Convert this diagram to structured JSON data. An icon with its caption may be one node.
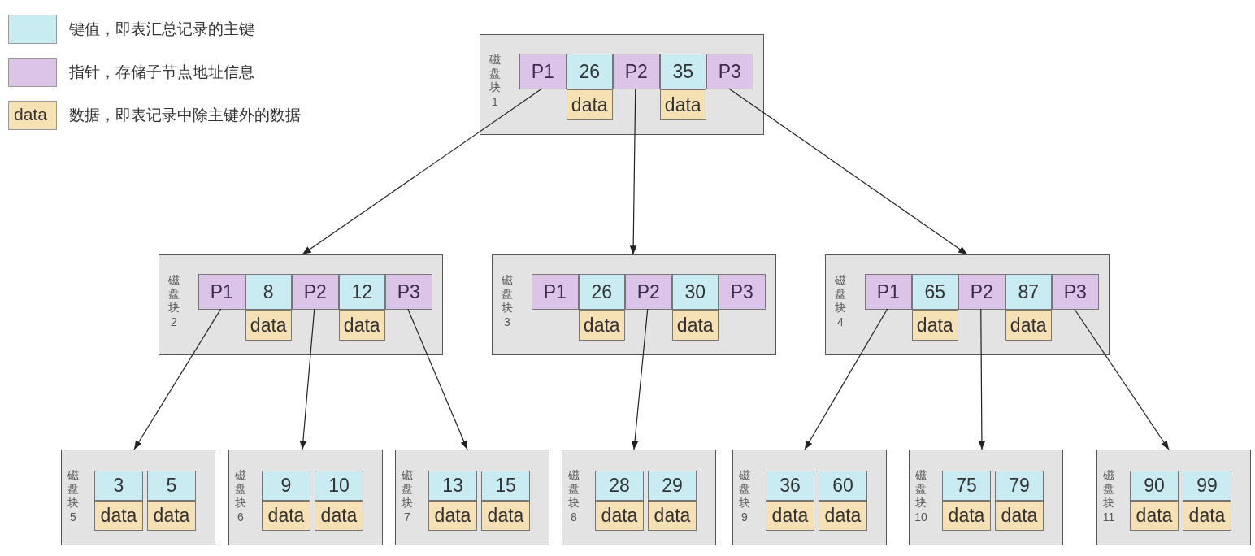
{
  "diagram": {
    "nodes": [
      {
        "text": [
          "磁盘块",
          "1"
        ]
      },
      {
        "text": [
          "P1"
        ],
        "in": 0
      },
      {
        "text": [
          "26"
        ],
        "in": 0
      },
      {
        "text": [
          "P2"
        ],
        "in": 0
      },
      {
        "text": [
          "35"
        ],
        "in": 0
      },
      {
        "text": [
          "P3"
        ],
        "in": 0
      },
      {
        "text": [
          "data"
        ],
        "in": 0
      },
      {
        "text": [
          "data"
        ],
        "in": 0
      },
      {
        "text": [
          "磁盘块",
          "2"
        ]
      },
      {
        "text": [
          "P1"
        ],
        "in": 8
      },
      {
        "text": [
          "8"
        ],
        "in": 8
      },
      {
        "text": [
          "P2"
        ],
        "in": 8
      },
      {
        "text": [
          "12"
        ],
        "in": 8
      },
      {
        "text": [
          "P3"
        ],
        "in": 8
      },
      {
        "text": [
          "data"
        ],
        "in": 8
      },
      {
        "text": [
          "data"
        ],
        "in": 8
      },
      {
        "text": [
          "磁盘块",
          "3"
        ]
      },
      {
        "text": [
          "P1"
        ],
        "in": 16
      },
      {
        "text": [
          "26"
        ],
        "in": 16
      },
      {
        "text": [
          "P2"
        ],
        "in": 16
      },
      {
        "text": [
          "30"
        ],
        "in": 16
      },
      {
        "text": [
          "P3"
        ],
        "in": 16
      },
      {
        "text": [
          "data"
        ],
        "in": 16
      },
      {
        "text": [
          "data"
        ],
        "in": 16
      },
      {
        "text": [
          "磁盘块",
          "4"
        ]
      },
      {
        "text": [
          "P1"
        ],
        "in": 24
      },
      {
        "text": [
          "65"
        ],
        "in": 24
      },
      {
        "text": [
          "P2"
        ],
        "in": 24
      },
      {
        "text": [
          "87"
        ],
        "in": 24
      },
      {
        "text": [
          "P3"
        ],
        "in": 24
      },
      {
        "text": [
          "data"
        ],
        "in": 24
      },
      {
        "text": [
          "data"
        ],
        "in": 24
      },
      {
        "text": [
          "磁盘块",
          "5"
        ]
      },
      {
        "text": [
          "3"
        ],
        "in": 32
      },
      {
        "text": [
          "5"
        ],
        "in": 32
      },
      {
        "text": [
          "data"
        ],
        "in": 32
      },
      {
        "text": [
          "data"
        ],
        "in": 32
      },
      {
        "text": [
          "磁盘块",
          "6"
        ]
      },
      {
        "text": [
          "9"
        ],
        "in": 37
      },
      {
        "text": [
          "10"
        ],
        "in": 37
      },
      {
        "text": [
          "data"
        ],
        "in": 37
      },
      {
        "text": [
          "data"
        ],
        "in": 37
      },
      {
        "text": [
          "磁盘块",
          "7"
        ]
      },
      {
        "text": [
          "13"
        ],
        "in": 42
      },
      {
        "text": [
          "15"
        ],
        "in": 42
      },
      {
        "text": [
          "data"
        ],
        "in": 42
      },
      {
        "text": [
          "data"
        ],
        "in": 42
      },
      {
        "text": [
          "磁盘块",
          "8"
        ]
      },
      {
        "text": [
          "28"
        ],
        "in": 47
      },
      {
        "text": [
          "29"
        ],
        "in": 47
      },
      {
        "text": [
          "data"
        ],
        "in": 47
      },
      {
        "text": [
          "data"
        ],
        "in": 47
      },
      {
        "text": [
          "磁盘块",
          "9"
        ]
      },
      {
        "text": [
          "36"
        ],
        "in": 52
      },
      {
        "text": [
          "60"
        ],
        "in": 52
      },
      {
        "text": [
          "data"
        ],
        "in": 52
      },
      {
        "text": [
          "data"
        ],
        "in": 52
      },
      {
        "text": [
          "磁盘块",
          "10"
        ]
      },
      {
        "text": [
          "75"
        ],
        "in": 57
      },
      {
        "text": [
          "79"
        ],
        "in": 57
      },
      {
        "text": [
          "data"
        ],
        "in": 57
      },
      {
        "text": [
          "data"
        ],
        "in": 57
      },
      {
        "text": [
          "磁盘块",
          "11"
        ]
      },
      {
        "text": [
          "90"
        ],
        "in": 62
      },
      {
        "text": [
          "99"
        ],
        "in": 62
      },
      {
        "text": [
          "data"
        ],
        "in": 62
      },
      {
        "text": [
          "data"
        ],
        "in": 62
      }
    ],
    "edges": [
      {
        "from": 1,
        "to": 8,
        "arrow": "to"
      },
      {
        "from": 3,
        "to": 16,
        "arrow": "to"
      },
      {
        "from": 5,
        "to": 24,
        "arrow": "to"
      },
      {
        "from": 9,
        "to": 32,
        "arrow": "to"
      },
      {
        "from": 11,
        "to": 37,
        "arrow": "to"
      },
      {
        "from": 13,
        "to": 42,
        "arrow": "to"
      },
      {
        "from": 19,
        "to": 47,
        "arrow": "to"
      },
      {
        "from": 25,
        "to": 52,
        "arrow": "to"
      },
      {
        "from": 27,
        "to": 57,
        "arrow": "to"
      },
      {
        "from": 29,
        "to": 62,
        "arrow": "to"
      }
    ],
    "labels": [
      "data"
    ],
    "legend": [
      {
        "text": "键值，即表汇总记录的主键",
        "color": "#c8ecf1"
      },
      {
        "text": "指针，存储子节点地址信息",
        "color": "#dcc3e8"
      },
      {
        "text": "数据，即表记录中除主键外的数据",
        "color": "#f6e1b5"
      }
    ]
  }
}
